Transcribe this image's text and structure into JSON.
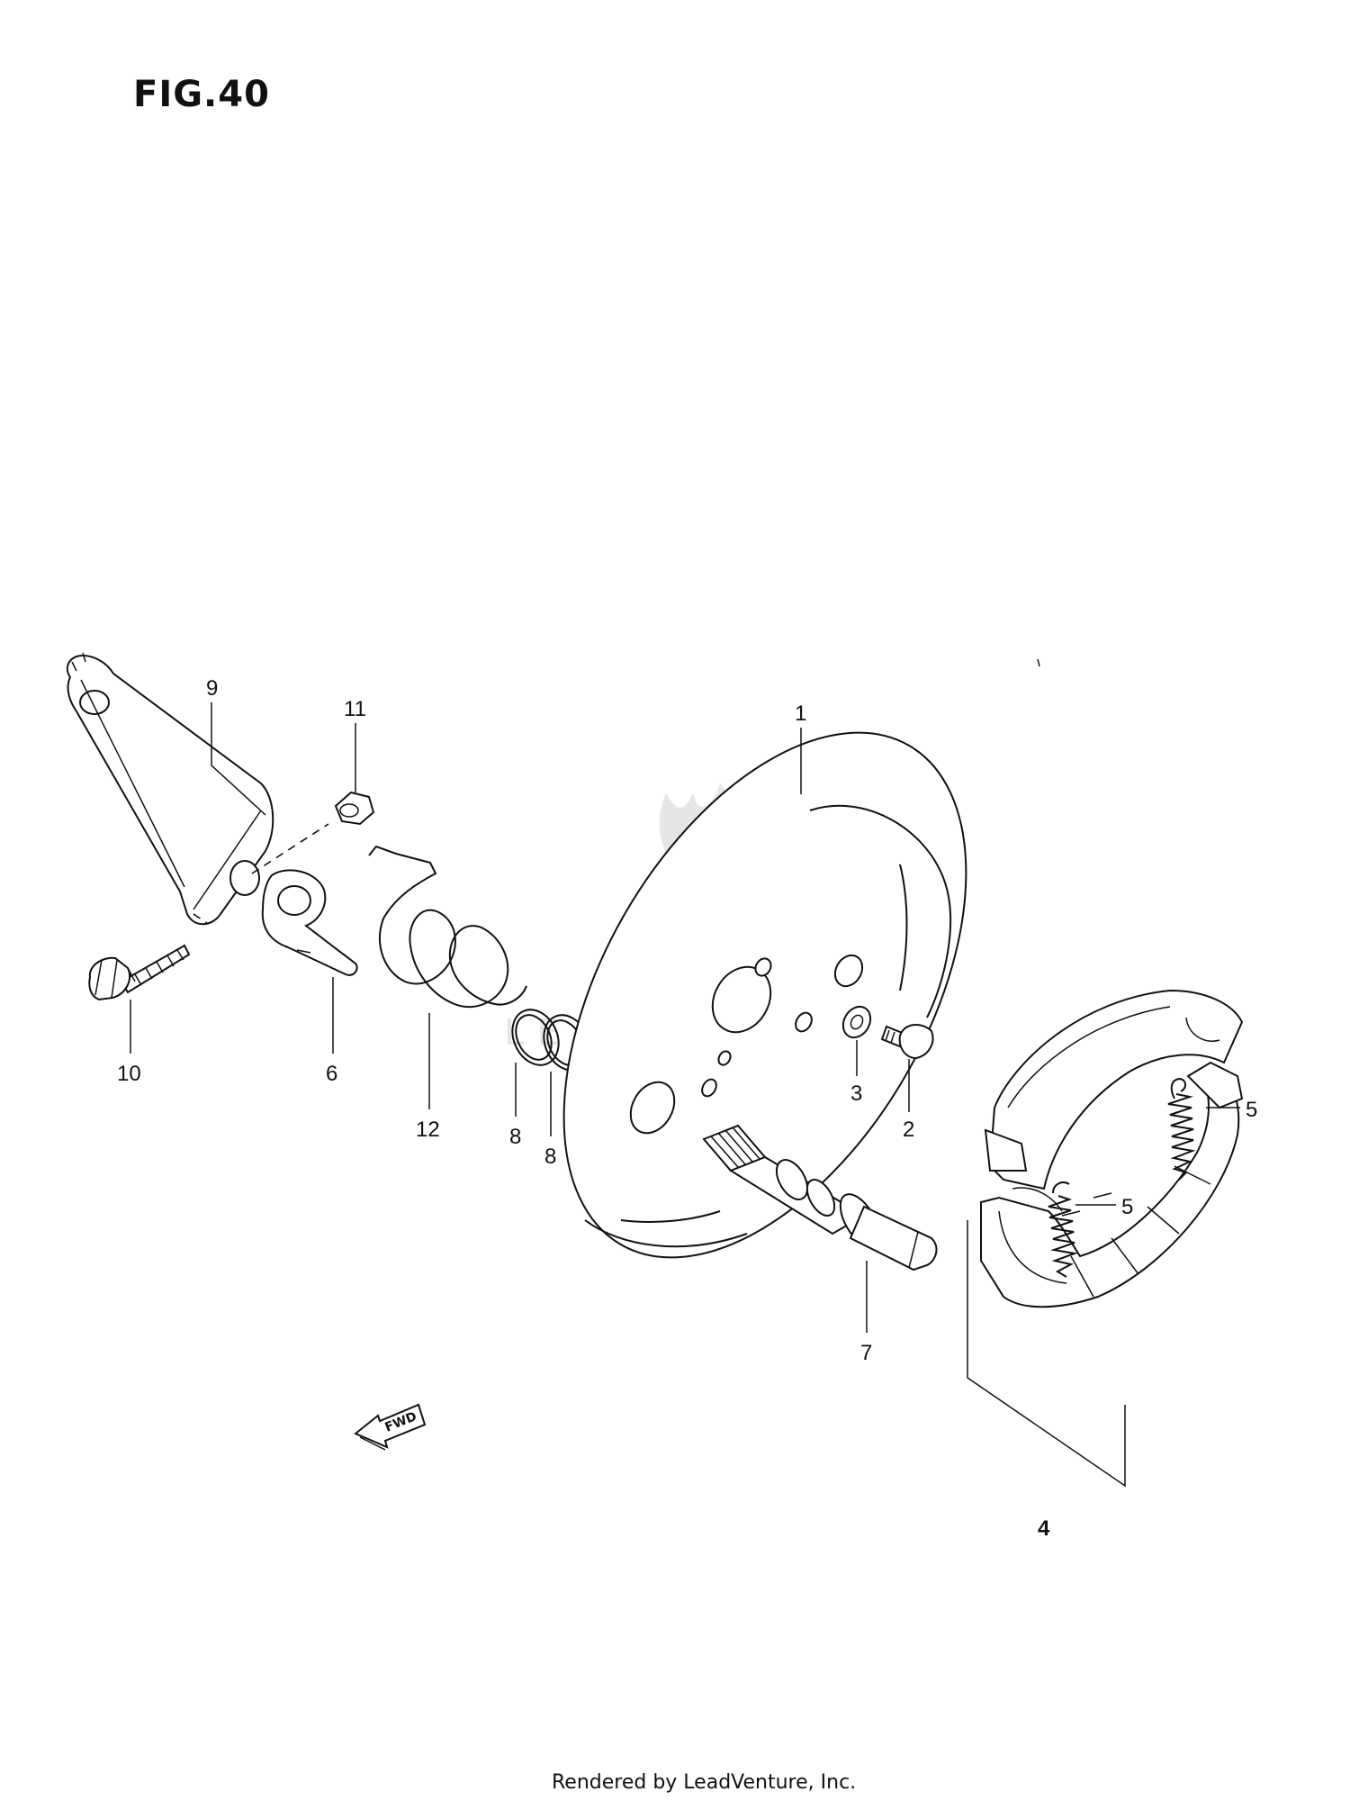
{
  "figure": {
    "title": "FIG.40"
  },
  "watermark": {
    "text": "LEADVENTURE"
  },
  "callouts": [
    {
      "id": "1",
      "label": "1"
    },
    {
      "id": "2",
      "label": "2"
    },
    {
      "id": "3",
      "label": "3"
    },
    {
      "id": "4",
      "label": "4"
    },
    {
      "id": "5a",
      "label": "5"
    },
    {
      "id": "5b",
      "label": "5"
    },
    {
      "id": "6",
      "label": "6"
    },
    {
      "id": "7",
      "label": "7"
    },
    {
      "id": "8a",
      "label": "8"
    },
    {
      "id": "8b",
      "label": "8"
    },
    {
      "id": "9",
      "label": "9"
    },
    {
      "id": "10",
      "label": "10"
    },
    {
      "id": "11",
      "label": "11"
    },
    {
      "id": "12",
      "label": "12"
    }
  ],
  "direction_marker": {
    "label": "FWD"
  },
  "footer": {
    "text": "Rendered by LeadVenture, Inc."
  },
  "colors": {
    "ink": "#111111",
    "background": "#ffffff",
    "watermark": "#e6e6e6"
  }
}
